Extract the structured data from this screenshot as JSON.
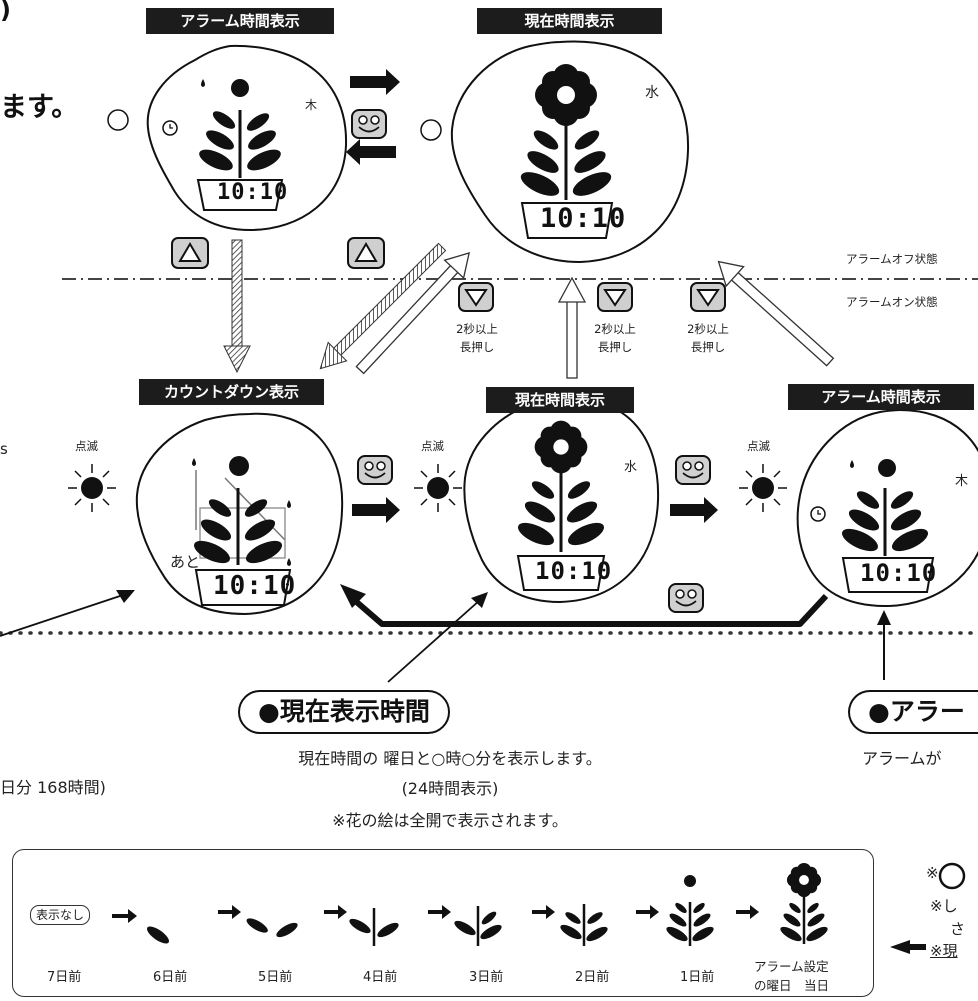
{
  "top_left": {
    "paren": ")",
    "masu": "ます。"
  },
  "tags": {
    "alarm_time_top": "アラーム時間表示",
    "current_time_top": "現在時間表示",
    "countdown": "カウントダウン表示",
    "current_time_mid": "現在時間表示",
    "alarm_time_mid": "アラーム時間表示"
  },
  "states": {
    "alarm_off": "アラームオフ状態",
    "alarm_on": "アラームオン状態"
  },
  "press": {
    "line1": "2秒以上",
    "line2": "長押し"
  },
  "blink": "点滅",
  "display": {
    "time": "10:10",
    "weekday_thu": "木",
    "weekday_wed": "水",
    "ato": "あと"
  },
  "current_section": {
    "title": "●現在表示時間",
    "line1": "現在時間の 曜日と○時○分を表示します。",
    "line2": "(24時間表示)",
    "line3": "※花の絵は全開で表示されます。"
  },
  "alarm_section": {
    "title": "●アラー",
    "line1": "アラームが"
  },
  "left_partial": {
    "hours": "日分 168時間)",
    "s": "s"
  },
  "right_notes": {
    "n1": "※",
    "n2": "※し",
    "n3": "さ",
    "n4": "※現"
  },
  "legend": {
    "nodisp": "表示なし",
    "days": [
      "7日前",
      "6日前",
      "5日前",
      "4日前",
      "3日前",
      "2日前",
      "1日前"
    ],
    "last_line1": "アラーム設定",
    "last_line2": "の曜日　当日"
  }
}
